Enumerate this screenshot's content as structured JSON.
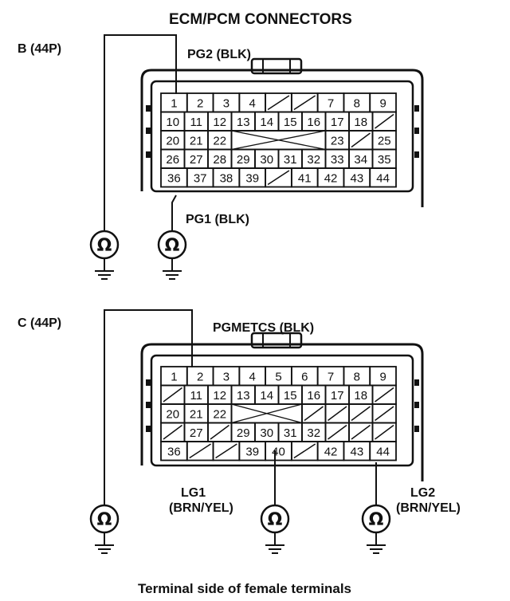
{
  "title": "ECM/PCM CONNECTORS",
  "footer": "Terminal side of female terminals",
  "ohm_symbol": "Ω",
  "connectors": [
    {
      "id": "B",
      "label": "B (44P)",
      "top_name": "PG2 (BLK)",
      "bottom_names": [
        "PG1 (BLK)"
      ],
      "rows": [
        [
          "1",
          "2",
          "3",
          "4",
          "/",
          "/",
          "7",
          "8",
          "9"
        ],
        [
          "10",
          "11",
          "12",
          "13",
          "14",
          "15",
          "16",
          "17",
          "18",
          "/"
        ],
        [
          "20",
          "21",
          "22",
          "X",
          "X",
          "X",
          "X",
          "23",
          "/",
          "25"
        ],
        [
          "26",
          "27",
          "28",
          "29",
          "30",
          "31",
          "32",
          "33",
          "34",
          "35"
        ],
        [
          "36",
          "37",
          "38",
          "39",
          "/",
          "41",
          "42",
          "43",
          "44"
        ]
      ]
    },
    {
      "id": "C",
      "label": "C (44P)",
      "top_name": "PGMETCS (BLK)",
      "bottom_names": [
        "LG1",
        "(BRN/YEL)",
        "LG2",
        "(BRN/YEL)"
      ],
      "rows": [
        [
          "1",
          "2",
          "3",
          "4",
          "5",
          "6",
          "7",
          "8",
          "9"
        ],
        [
          "/",
          "11",
          "12",
          "13",
          "14",
          "15",
          "16",
          "17",
          "18",
          "/"
        ],
        [
          "20",
          "21",
          "22",
          "X",
          "X",
          "X",
          "/",
          "/",
          "/",
          "/"
        ],
        [
          "/",
          "27",
          "/",
          "29",
          "30",
          "31",
          "32",
          "/",
          "/",
          "/"
        ],
        [
          "36",
          "/",
          "/",
          "39",
          "40",
          "/",
          "42",
          "43",
          "44"
        ]
      ]
    }
  ]
}
